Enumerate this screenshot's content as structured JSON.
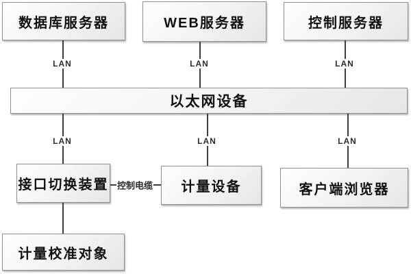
{
  "nodes": {
    "database_server": {
      "label": "数据库服务器"
    },
    "web_server": {
      "label": "WEB服务器"
    },
    "control_server": {
      "label": "控制服务器"
    },
    "ethernet_device": {
      "label": "以太网设备"
    },
    "interface_switch": {
      "label": "接口切换装置"
    },
    "metering_device": {
      "label": "计量设备"
    },
    "client_browser": {
      "label": "客户端浏览器"
    },
    "calibration_target": {
      "label": "计量校准对象"
    }
  },
  "edges": {
    "lan_label": "LAN",
    "control_cable_label": "控制电缆"
  },
  "colors": {
    "background": "#ffffff",
    "node_fill_light": "#fdfdfd",
    "node_fill_dark": "#e6e6e6",
    "node_border": "#8f8f8f",
    "connector": "#3c3c3c",
    "text": "#111111"
  }
}
